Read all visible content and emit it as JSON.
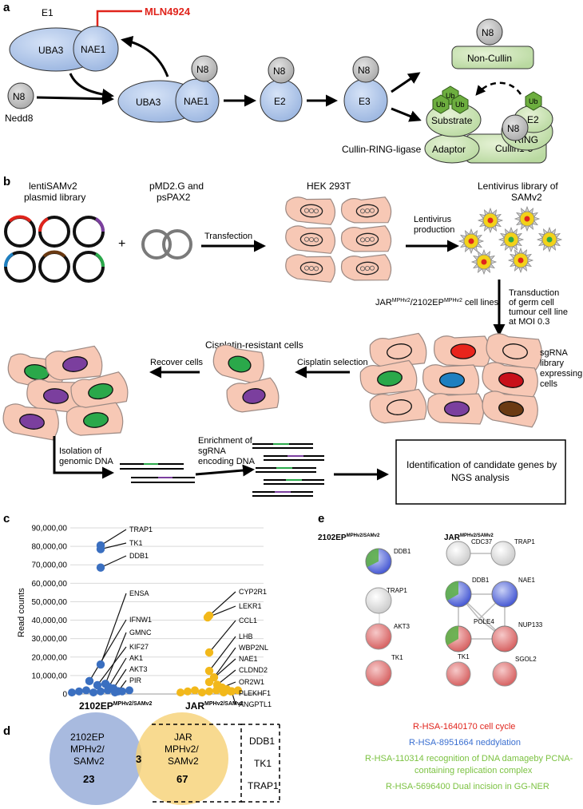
{
  "panels": {
    "a": "a",
    "b": "b",
    "c": "c",
    "d": "d",
    "e": "e"
  },
  "panel_a": {
    "e1": "E1",
    "inhibitor": "MLN4924",
    "uba3": "UBA3",
    "nae1": "NAE1",
    "n8": "N8",
    "nedd8": "Nedd8",
    "e2": "E2",
    "e3": "E3",
    "non_cullin": "Non-Cullin",
    "ub": "Ub",
    "substrate": "Substrate",
    "adaptor": "Adaptor",
    "cullin": "Cullin1-5",
    "ring": "RING",
    "crl": "Cullin-RING-ligase"
  },
  "panel_b": {
    "lib_line1": "lentiSAMv2",
    "lib_line2": "plasmid library",
    "pmd_line1": "pMD2.G and",
    "pmd_line2": "psPAX2",
    "plus": "+",
    "hek": "HEK 293T",
    "lv_line1": "Lentivirus library of",
    "lv_line2": "SAMv2",
    "transfection": "Transfection",
    "lvprod_line1": "Lentivirus",
    "lvprod_line2": "production",
    "transd_line1": "Transduction",
    "transd_line2": "of germ cell",
    "transd_line3": "tumour cell line",
    "transd_line4": "at MOI 0.3",
    "cell_lines_a": "JAR",
    "cell_lines_sup1": "MPHv2",
    "cell_lines_b": "/2102EP",
    "cell_lines_sup2": "MPHv2",
    "cell_lines_c": " cell lines",
    "sgrna_line1": "sgRNA",
    "sgrna_line2": "library",
    "sgrna_line3": "expressing",
    "sgrna_line4": "cells",
    "resistant": "Cisplatin-resistant cells",
    "selection": "Cisplatin selection",
    "recover": "Recover cells",
    "iso_line1": "Isolation of",
    "iso_line2": "genomic DNA",
    "enr_line1": "Enrichment of",
    "enr_line2": "sgRNA",
    "enr_line3": "encoding DNA",
    "ident_line1": "Identification of candidate genes by",
    "ident_line2": "NGS analysis"
  },
  "chart_data": {
    "type": "scatter",
    "ylabel": "Read counts",
    "y_ticks": [
      "0",
      "10,000,00",
      "20,000,00",
      "30,000,00",
      "40,000,00",
      "50,000,00",
      "60,000,00",
      "70,000,00",
      "80,000,00",
      "90,000,00"
    ],
    "ylim": [
      0,
      90000
    ],
    "grid": true,
    "categories": [
      {
        "name": "2102EP",
        "sup": "MPHv2/SAMv2"
      },
      {
        "name": "JAR",
        "sup": "MPHv2/SAMv2"
      }
    ],
    "series": [
      {
        "category": "2102EP",
        "color": "#3a6fc0",
        "points": [
          {
            "label": "TRAP1",
            "y": 80500
          },
          {
            "label": "TK1",
            "y": 78500
          },
          {
            "label": "DDB1",
            "y": 68500
          },
          {
            "label": "ENSA",
            "y": 16000
          },
          {
            "label": "IFNW1",
            "y": 7000
          },
          {
            "label": "GMNC",
            "y": 5500
          },
          {
            "label": "KIF27",
            "y": 4800
          },
          {
            "label": "AK1",
            "y": 3800
          },
          {
            "label": "AKT3",
            "y": 3000
          },
          {
            "label": "PIR",
            "y": 1500
          }
        ]
      },
      {
        "category": "JAR",
        "color": "#f2b81a",
        "points": [
          {
            "label": "CYP2R1",
            "y": 42500
          },
          {
            "label": "LEKR1",
            "y": 41500
          },
          {
            "label": "CCL1",
            "y": 22500
          },
          {
            "label": "LHB",
            "y": 12500
          },
          {
            "label": "WBP2NL",
            "y": 9000
          },
          {
            "label": "NAE1",
            "y": 6500
          },
          {
            "label": "CLDND2",
            "y": 5000
          },
          {
            "label": "OR2W1",
            "y": 3500
          },
          {
            "label": "PLEKHF1",
            "y": 2500
          },
          {
            "label": "ANGPTL1",
            "y": 1500
          }
        ]
      }
    ]
  },
  "panel_d": {
    "left_line1": "2102EP",
    "left_line2": "MPHv2/",
    "left_line3": "SAMv2",
    "left_count": "23",
    "overlap_count": "3",
    "right_line1": "JAR",
    "right_line2": "MPHv2/",
    "right_line3": "SAMv2",
    "right_count": "67",
    "shared_genes": [
      "DDB1",
      "TK1",
      "TRAP1"
    ],
    "left_color": "#9fb3dc",
    "right_color": "#f7d277"
  },
  "panel_e": {
    "left_title": "2102EP",
    "left_sup": "MPHv2/SAMv2",
    "right_title": "JAR",
    "right_sup": "MPHv2/SAMv2",
    "left_nodes": [
      "DDB1",
      "TRAP1",
      "AKT3",
      "TK1"
    ],
    "right_nodes": [
      "CDC37",
      "TRAP1",
      "DDB1",
      "NAE1",
      "POLE4",
      "NUP133",
      "TK1",
      "SGOL2"
    ],
    "pathways": [
      {
        "text": "R-HSA-1640170 cell cycle",
        "color": "#e0241c"
      },
      {
        "text": "R-HSA-8951664 neddylation",
        "color": "#3a6fd0"
      },
      {
        "text": "R-HSA-110314 recognition of DNA damageby PCNA-",
        "color": "#7cc242"
      },
      {
        "text": "containing replication complex",
        "color": "#7cc242"
      },
      {
        "text": "R-HSA-5696400 Dual incision in GG-NER",
        "color": "#7cc242"
      }
    ]
  }
}
